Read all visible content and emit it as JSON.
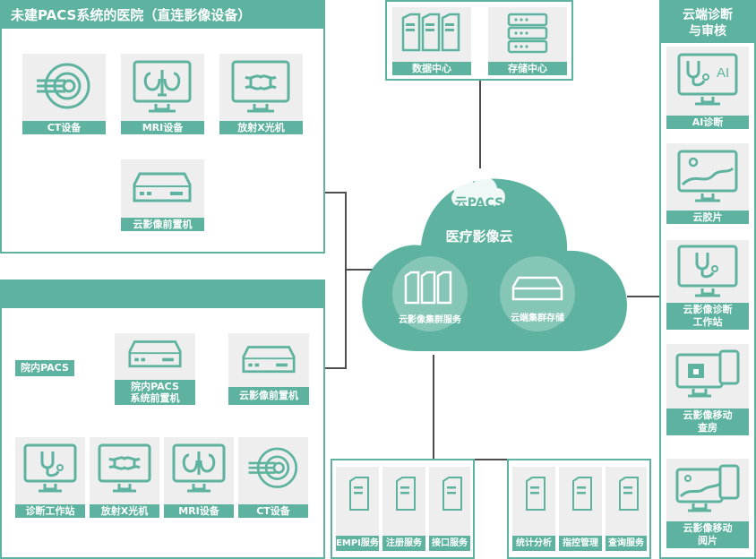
{
  "left_top": {
    "title": "未建PACS系统的医院（直连影像设备）",
    "devices": [
      "CT设备",
      "MRI设备",
      "放射X光机"
    ],
    "gateway": "云影像前置机"
  },
  "left_bottom": {
    "title": "",
    "pacs_tag": "院内PACS",
    "pacs_gateway": "院内PACS系统前置机",
    "gateway": "云影像前置机",
    "devices": [
      "诊断工作站",
      "放射X光机",
      "MRI设备",
      "CT设备"
    ]
  },
  "top_center": {
    "items": [
      "数据中心",
      "存储中心"
    ]
  },
  "cloud": {
    "logo": "云PACS",
    "title": "医疗影像云",
    "cluster_service": "云影像集群服务",
    "cluster_storage": "云端集群存储"
  },
  "bottom_services": {
    "group_a": [
      "EMPI服务",
      "注册服务",
      "接口服务"
    ],
    "group_b": [
      "统计分析",
      "指控管理",
      "查询服务"
    ]
  },
  "right_panel": {
    "title": "云端诊断与审核",
    "items": [
      "AI诊断",
      "云胶片",
      "云影像诊断工作站",
      "云影像移动查房",
      "云影像移动阅片"
    ],
    "ai_text": "AI"
  },
  "colors": {
    "accent": "#5db39f",
    "card": "#eeeeee",
    "wire": "#4d4d4d"
  }
}
